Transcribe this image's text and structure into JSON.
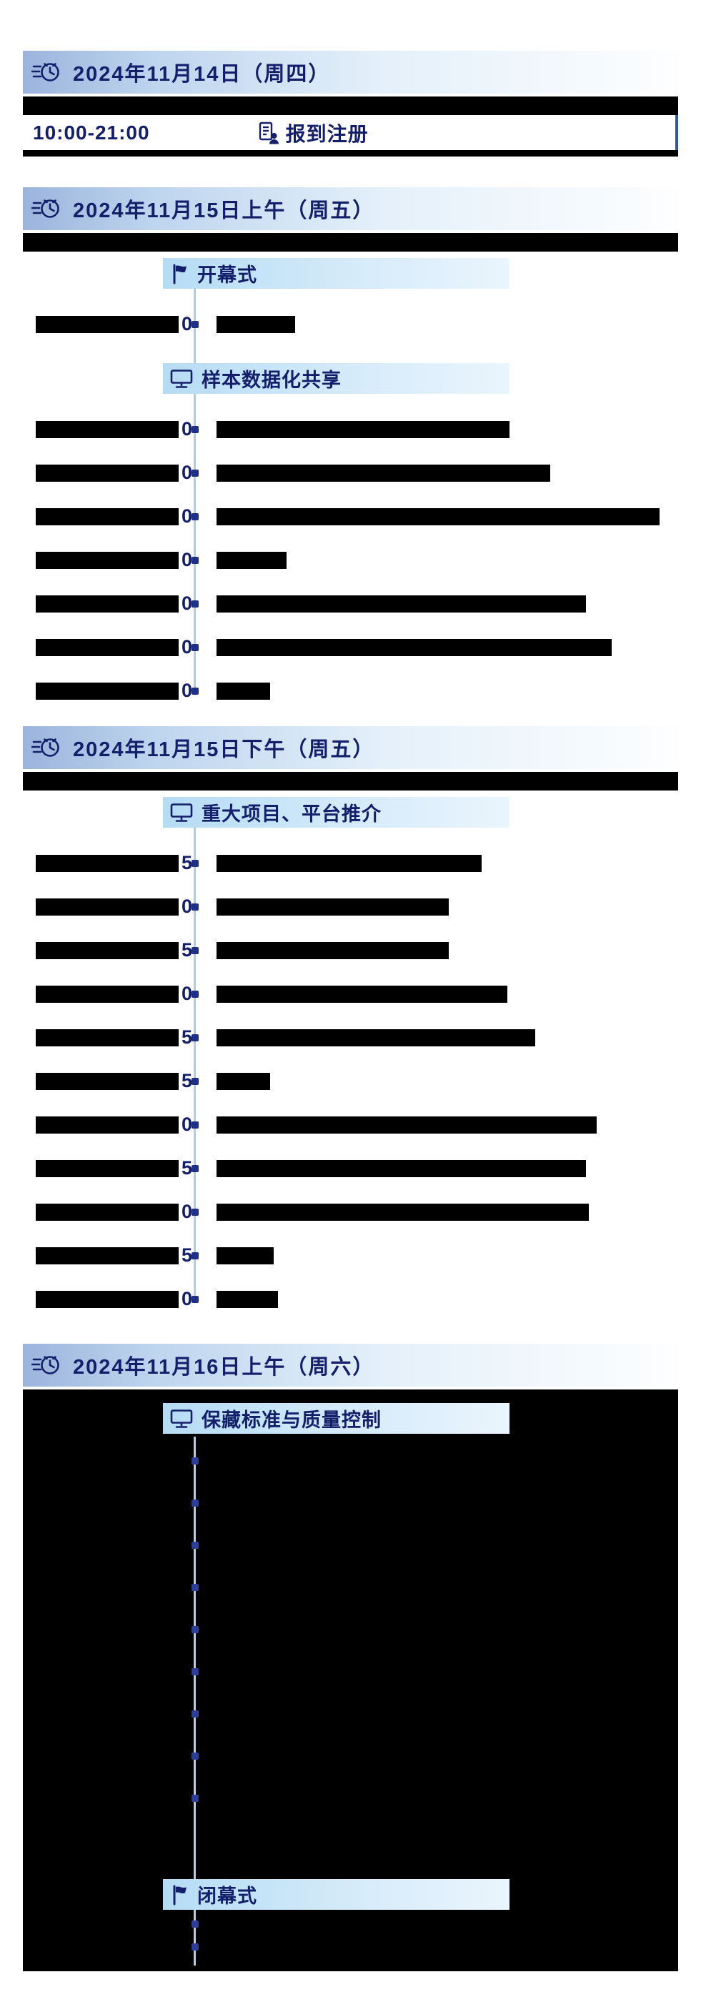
{
  "colors": {
    "navy_text": "#131f6b",
    "header_gradient_left": "#9cb4dc",
    "section_bar_bg": "#b5dcf4",
    "timeline_line": "#a9cfec",
    "timeline_dot": "#1d2f87",
    "accent_border": "#3056ae",
    "redaction": "#000000"
  },
  "days": [
    {
      "kind": "simple",
      "icon": "clock-icon",
      "title": "2024年11月14日（周四）",
      "subtitle_redacted": true,
      "rows": [
        {
          "time": "10:00-21:00",
          "icon": "registration-icon",
          "label": "报到注册"
        }
      ]
    },
    {
      "kind": "timeline",
      "icon": "clock-icon",
      "title": "2024年11月15日上午（周五）",
      "subtitle_redacted": true,
      "sections": [
        {
          "icon": "flag-icon",
          "title": "开幕式",
          "rows": [
            {
              "time_digit": "0",
              "content_w": 110
            }
          ]
        },
        {
          "icon": "monitor-icon",
          "title": "样本数据化共享",
          "rows": [
            {
              "time_digit": "0",
              "content_w": 410
            },
            {
              "time_digit": "0",
              "content_w": 467
            },
            {
              "time_digit": "0",
              "content_w": 620
            },
            {
              "time_digit": "0",
              "content_w": 98
            },
            {
              "time_digit": "0",
              "content_w": 517
            },
            {
              "time_digit": "0",
              "content_w": 553
            },
            {
              "time_digit": "0",
              "content_w": 75
            }
          ]
        }
      ]
    },
    {
      "kind": "timeline",
      "icon": "clock-icon",
      "title": "2024年11月15日下午（周五）",
      "subtitle_redacted": true,
      "sections": [
        {
          "icon": "monitor-icon",
          "title": "重大项目、平台推介",
          "rows": [
            {
              "time_digit": "5",
              "content_w": 371
            },
            {
              "time_digit": "0",
              "content_w": 325
            },
            {
              "time_digit": "5",
              "content_w": 325
            },
            {
              "time_digit": "0",
              "content_w": 407
            },
            {
              "time_digit": "5",
              "content_w": 446
            },
            {
              "time_digit": "5",
              "content_w": 75
            },
            {
              "time_digit": "0",
              "content_w": 532
            },
            {
              "time_digit": "5",
              "content_w": 517
            },
            {
              "time_digit": "0",
              "content_w": 521
            },
            {
              "time_digit": "5",
              "content_w": 80
            },
            {
              "time_digit": "0",
              "content_w": 86
            }
          ]
        }
      ]
    },
    {
      "kind": "blackout",
      "icon": "clock-icon",
      "title": "2024年11月16日上午（周六）",
      "sections": [
        {
          "icon": "monitor-icon",
          "title": "保藏标准与质量控制",
          "dots_after": 9
        },
        {
          "icon": "flag-icon",
          "title": "闭幕式",
          "dots_after": 2
        }
      ]
    }
  ]
}
